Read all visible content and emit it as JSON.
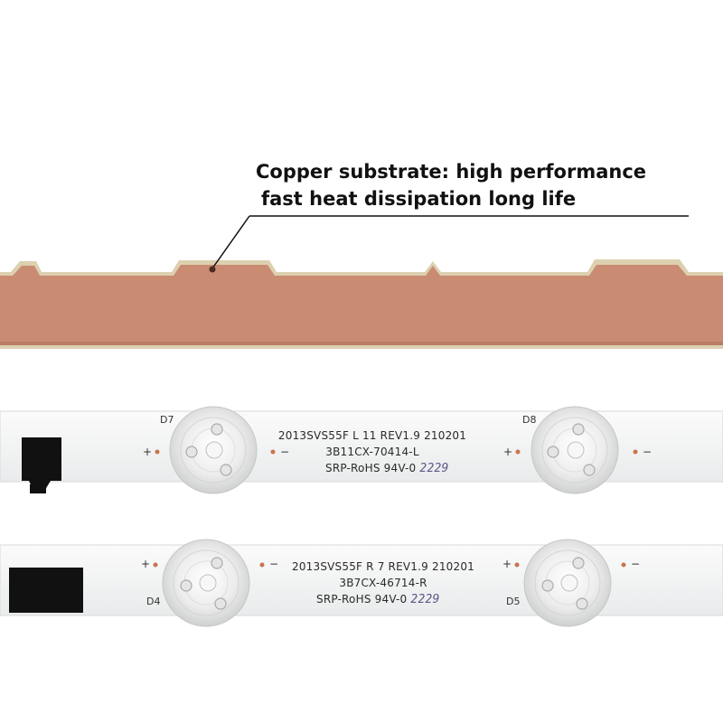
{
  "caption": {
    "line1": "Copper substrate: high performance",
    "line2": "fast heat dissipation long life"
  },
  "strip_top": {
    "line1": "2013SVS55F L 11 REV1.9 210201",
    "line2": "3B11CX-70414-L",
    "line3": "SRP-RoHS 94V-0",
    "stamp": "2229",
    "led_left_label": "D7",
    "led_right_label": "D8"
  },
  "strip_bottom": {
    "line1": "2013SVS55F R 7 REV1.9 210201",
    "line2": "3B7CX-46714-R",
    "line3": "SRP-RoHS 94V-0",
    "stamp": "2229",
    "led_left_label": "D4",
    "led_right_label": "D5"
  },
  "polarity": {
    "plus": "+",
    "minus": "−"
  },
  "colors": {
    "copper": "#c98c72",
    "copper_edge": "#d9c9a8",
    "board": "#f4f5f5",
    "board_edge": "#d7d9da",
    "lens": "#f0f0ee",
    "pad": "#c8754a",
    "connector": "#111111"
  }
}
